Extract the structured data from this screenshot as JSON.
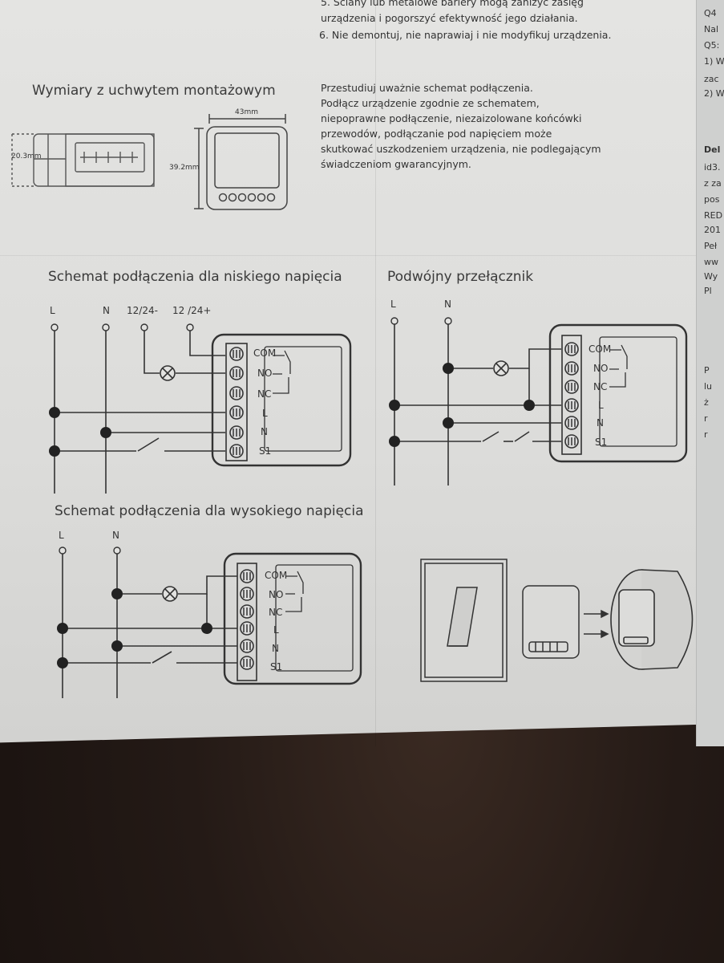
{
  "warnings": {
    "line1": "5. Ściany lub metalowe bariery mogą zanizyć zasięg",
    "line2": "urządzenia i pogorszyć efektywność jego działania.",
    "line3": "6. Nie demontuj, nie naprawiaj i nie modyfikuj urządzenia."
  },
  "dimensions": {
    "title": "Wymiary z uchwytem montażowym",
    "height_label": "20.3mm",
    "width_label": "43mm",
    "depth_label": "39.2mm"
  },
  "instructions": {
    "line1": "Przestudiuj uważnie schemat podłączenia.",
    "line2": "Podłącz urządzenie zgodnie ze schematem,",
    "line3": "niepoprawne podłączenie, niezaizolowane końcówki",
    "line4": "przewodów, podłączanie pod napięciem może",
    "line5": "skutkować uszkodzeniem urządzenia, nie podlegającym",
    "line6": "świadczeniom gwarancyjnym."
  },
  "low_voltage": {
    "title": "Schemat podłączenia dla niskiego napięcia",
    "lines": [
      "L",
      "N",
      "12/24-",
      "12 /24+"
    ],
    "terminals": [
      "COM",
      "NO",
      "NC",
      "L",
      "N",
      "S1"
    ]
  },
  "double_switch": {
    "title": "Podwójny przełącznik",
    "lines": [
      "L",
      "N"
    ],
    "terminals": [
      "COM",
      "NO",
      "NC",
      "L",
      "N",
      "S1"
    ]
  },
  "high_voltage": {
    "title": "Schemat podłączenia dla wysokiego napięcia",
    "lines": [
      "L",
      "N"
    ],
    "terminals": [
      "COM",
      "NO",
      "NC",
      "L",
      "N",
      "S1"
    ]
  },
  "right_column": {
    "items": [
      "Q4",
      "Nal",
      "Q5:",
      "1) W",
      "zac",
      "2) W",
      "Del",
      "id3.",
      "z za",
      "pos",
      "RED",
      "201",
      "Peł",
      "ww",
      "Wy",
      "Pl",
      "P",
      "lu",
      "ż",
      "r",
      "r"
    ]
  }
}
